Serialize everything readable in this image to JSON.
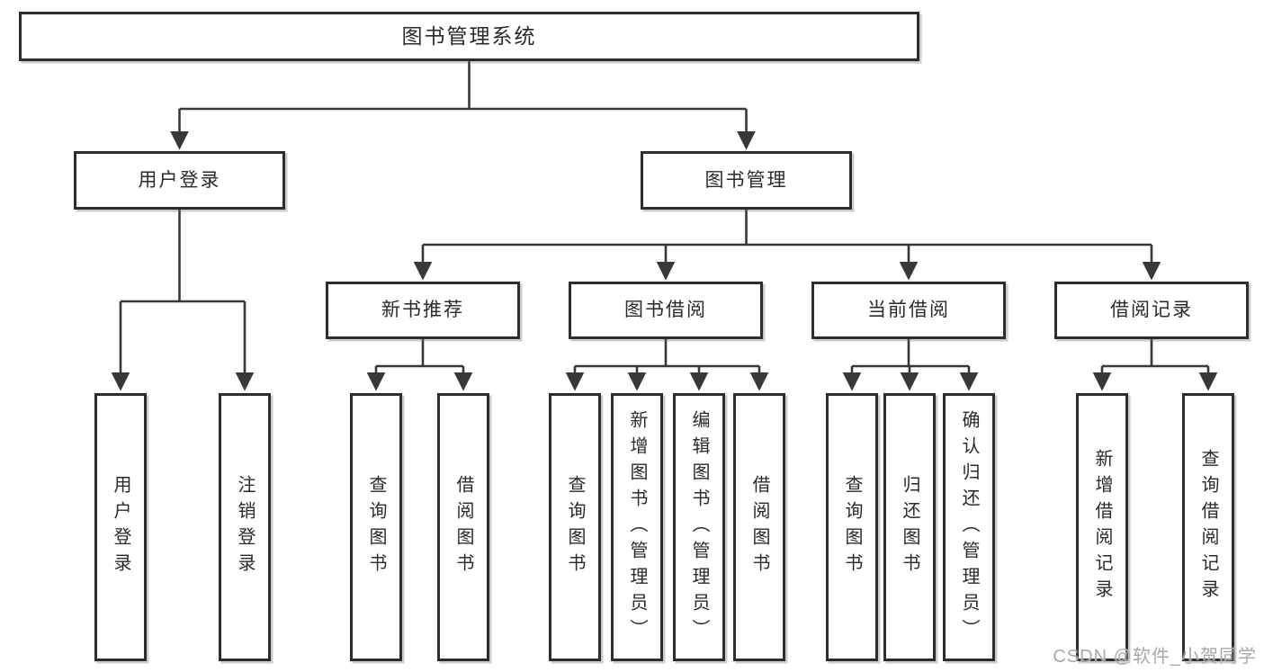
{
  "tree": {
    "label": "图书管理系统",
    "children": [
      {
        "label": "用户登录",
        "children": [
          {
            "label": "用户登录"
          },
          {
            "label": "注销登录"
          }
        ]
      },
      {
        "label": "图书管理",
        "children": [
          {
            "label": "新书推荐",
            "children": [
              {
                "label": "查询图书"
              },
              {
                "label": "借阅图书"
              }
            ]
          },
          {
            "label": "图书借阅",
            "children": [
              {
                "label": "查询图书"
              },
              {
                "label": "新增图书（管理员）"
              },
              {
                "label": "编辑图书（管理员）"
              },
              {
                "label": "借阅图书"
              }
            ]
          },
          {
            "label": "当前借阅",
            "children": [
              {
                "label": "查询图书"
              },
              {
                "label": "归还图书"
              },
              {
                "label": "确认归还（管理员）"
              }
            ]
          },
          {
            "label": "借阅记录",
            "children": [
              {
                "label": "新增借阅记录"
              },
              {
                "label": "查询借阅记录"
              }
            ]
          }
        ]
      }
    ]
  },
  "watermark": {
    "text": "CSDN @软件_小贺同学"
  },
  "colors": {
    "line": "#383838",
    "border": "#2d2d2d",
    "text": "#2a2a2a",
    "watermark": "#a8a8a8",
    "background": "#ffffff"
  }
}
